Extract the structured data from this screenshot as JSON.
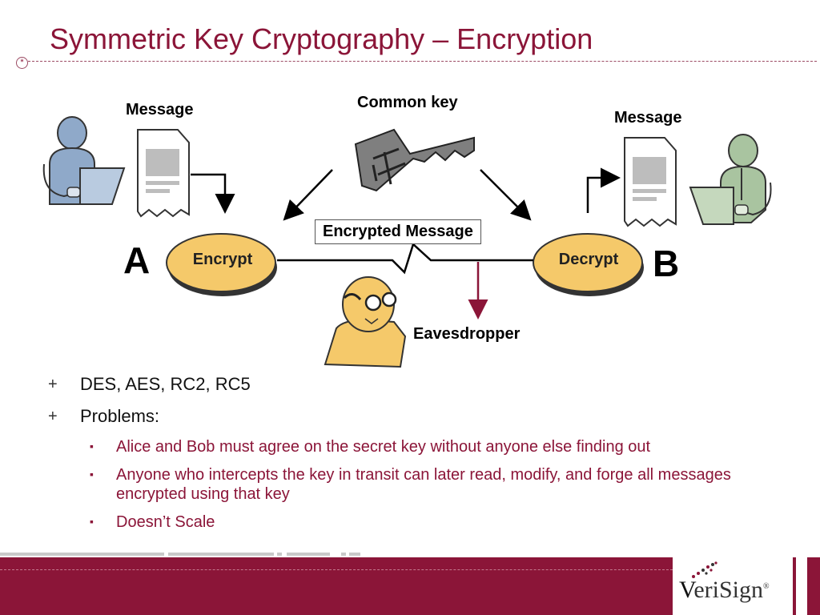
{
  "title": "Symmetric Key Cryptography – Encryption",
  "diagram": {
    "message_left": "Message",
    "message_right": "Message",
    "common_key": "Common key",
    "encrypted_message": "Encrypted Message",
    "eavesdropper": "Eavesdropper",
    "party_a": "A",
    "party_b": "B",
    "encrypt": "Encrypt",
    "decrypt": "Decrypt"
  },
  "bullets": {
    "item1": "DES, AES, RC2, RC5",
    "item2": "Problems:",
    "sub1": "Alice and Bob must agree on the secret key without anyone else finding out",
    "sub2": "Anyone who intercepts the key in transit can later read, modify, and forge all messages encrypted using that key",
    "sub3": "Doesn’t Scale",
    "marker_main": "+",
    "marker_sub": "▪"
  },
  "footer": {
    "logo_prefix": "V",
    "logo_rest": "eriSign",
    "logo_mark": "®"
  },
  "colors": {
    "accent": "#8b1538",
    "disc_fill": "#f5c96a",
    "person_blue": "#8fa9c9",
    "person_green": "#a9c4a0",
    "eaves_fill": "#f5c96a",
    "key_fill": "#7f7f7f"
  }
}
